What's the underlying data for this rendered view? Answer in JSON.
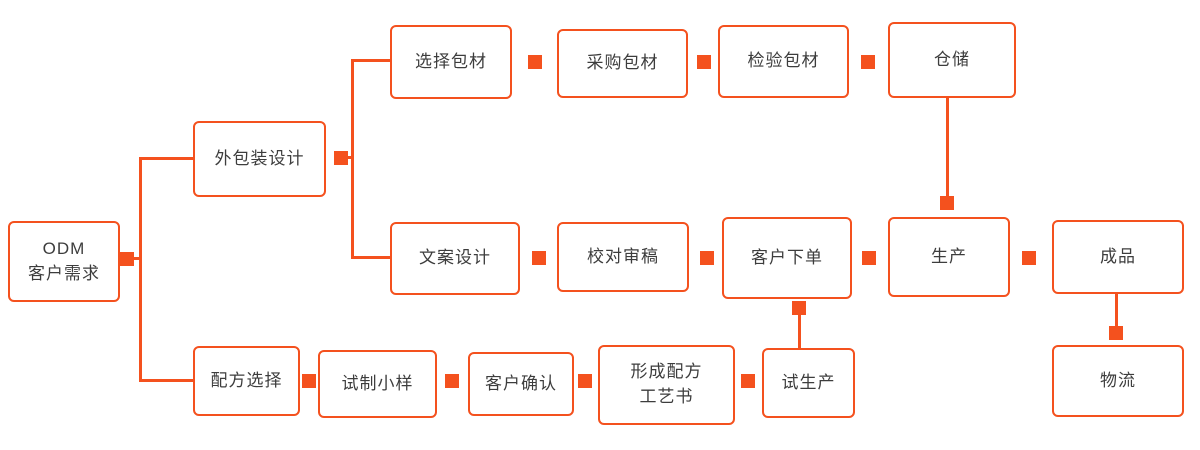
{
  "diagram": {
    "title": "ODM flowchart",
    "accent_color": "#f4511e",
    "nodes": {
      "odm": {
        "label": "ODM\n客户需求"
      },
      "packaging_design": {
        "label": "外包装设计"
      },
      "formula_selection": {
        "label": "配方选择"
      },
      "select_material": {
        "label": "选择包材"
      },
      "purchase_material": {
        "label": "采购包材"
      },
      "inspect_material": {
        "label": "检验包材"
      },
      "warehousing": {
        "label": "仓储"
      },
      "copy_design": {
        "label": "文案设计"
      },
      "proofreading": {
        "label": "校对审稿"
      },
      "customer_order": {
        "label": "客户下单"
      },
      "production": {
        "label": "生产"
      },
      "finished_product": {
        "label": "成品"
      },
      "trial_sample": {
        "label": "试制小样"
      },
      "customer_confirm": {
        "label": "客户确认"
      },
      "formula_doc": {
        "label": "形成配方\n工艺书"
      },
      "trial_production": {
        "label": "试生产"
      },
      "logistics": {
        "label": "物流"
      }
    },
    "edges": [
      {
        "from": "odm",
        "to": "packaging_design"
      },
      {
        "from": "odm",
        "to": "formula_selection"
      },
      {
        "from": "packaging_design",
        "to": "select_material"
      },
      {
        "from": "packaging_design",
        "to": "copy_design"
      },
      {
        "from": "select_material",
        "to": "purchase_material"
      },
      {
        "from": "purchase_material",
        "to": "inspect_material"
      },
      {
        "from": "inspect_material",
        "to": "warehousing"
      },
      {
        "from": "warehousing",
        "to": "production"
      },
      {
        "from": "copy_design",
        "to": "proofreading"
      },
      {
        "from": "proofreading",
        "to": "customer_order"
      },
      {
        "from": "customer_order",
        "to": "production"
      },
      {
        "from": "production",
        "to": "finished_product"
      },
      {
        "from": "finished_product",
        "to": "logistics"
      },
      {
        "from": "formula_selection",
        "to": "trial_sample"
      },
      {
        "from": "trial_sample",
        "to": "customer_confirm"
      },
      {
        "from": "customer_confirm",
        "to": "formula_doc"
      },
      {
        "from": "formula_doc",
        "to": "trial_production"
      },
      {
        "from": "trial_production",
        "to": "customer_order"
      }
    ]
  }
}
